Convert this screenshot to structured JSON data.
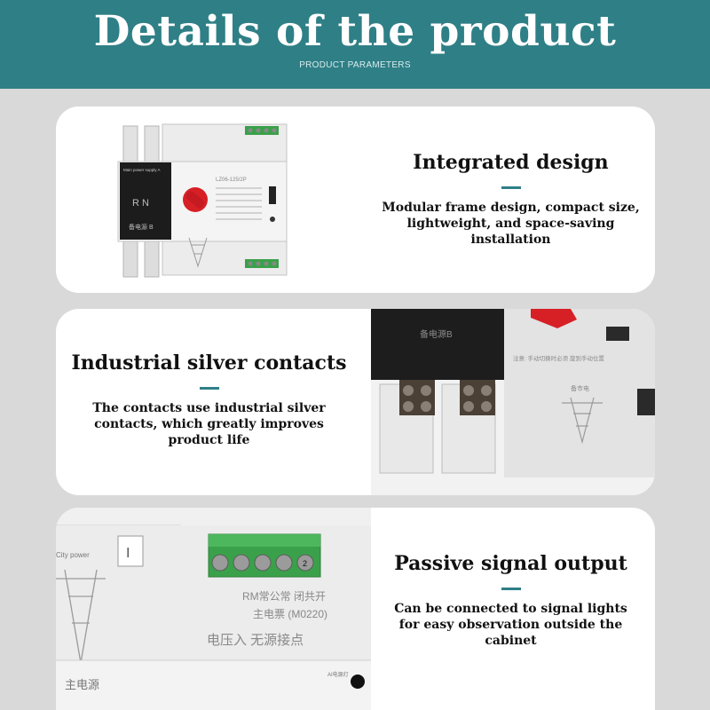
{
  "header": {
    "title": "Details of the product",
    "subtitle": "PRODUCT PARAMETERS"
  },
  "accent_color": "#2f7f86",
  "sections": [
    {
      "title": "Integrated design",
      "body_lines": [
        "Modular frame design, compact size,",
        "lightweight, and space-saving",
        "installation"
      ],
      "photo_labels": {
        "panel_text": "Main power supply A",
        "letters": "R N",
        "backup_label": "备电源 B",
        "model": "LZ06-125/2P"
      }
    },
    {
      "title": "Industrial silver contacts",
      "body_lines": [
        "The contacts use industrial silver",
        "contacts, which greatly improves",
        "product life"
      ],
      "photo_labels": {
        "backup_label": "备电源B",
        "notice": "注意: 手动切换时必须 旋到手动位置",
        "city_label": "备市电"
      }
    },
    {
      "title": "Passive signal output",
      "body_lines": [
        "Can be connected to signal lights",
        "for easy observation outside the",
        "cabinet"
      ],
      "photo_labels": {
        "city_power": "City power",
        "roman": "I",
        "rm_line": "RM常公常 闭共开",
        "main_ticket": "主电票 (M0220)",
        "voltage_line": "电压入 无源接点",
        "main_source": "主电源",
        "ai_light": "AI电源灯",
        "terminal_num": "2"
      }
    }
  ]
}
